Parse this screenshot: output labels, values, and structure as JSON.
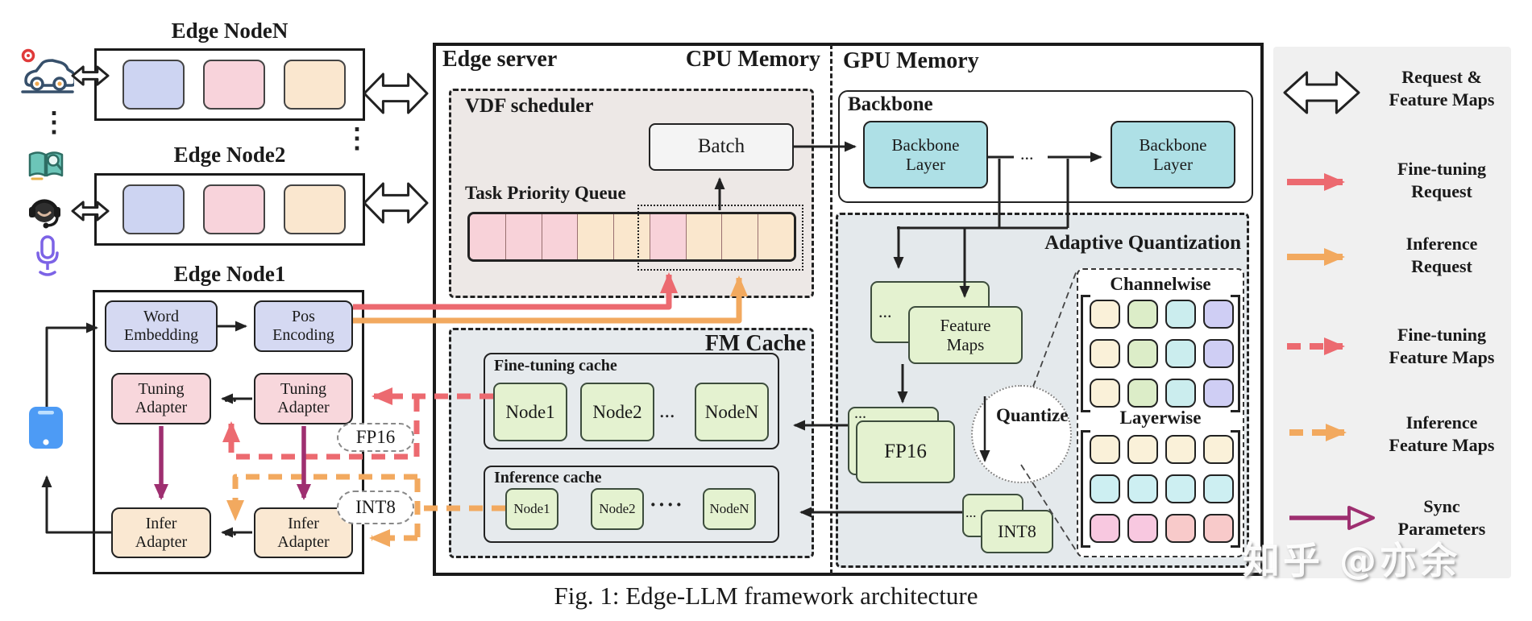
{
  "figure": {
    "caption": "Fig. 1: Edge-LLM framework architecture",
    "watermark": "知乎 @亦余"
  },
  "dots": {
    "v": "⋮",
    "h": "...",
    "h4": "····"
  },
  "edge_nodes": {
    "chip_colors": [
      "#CDD4F2",
      "#F8D3DB",
      "#FAE7CF"
    ],
    "nodeN_title": "Edge NodeN",
    "node2_title": "Edge Node2",
    "node1_title": "Edge Node1"
  },
  "node1": {
    "word_embedding": "Word\nEmbedding",
    "pos_encoding": "Pos\nEncoding",
    "tuning_adapter_1": "Tuning\nAdapter",
    "tuning_adapter_2": "Tuning\nAdapter",
    "infer_adapter_1": "Infer\nAdapter",
    "infer_adapter_2": "Infer\nAdapter",
    "fp16_tag": "FP16",
    "int8_tag": "INT8"
  },
  "server": {
    "title": "Edge server",
    "cpu_memory": "CPU Memory",
    "gpu_memory": "GPU Memory"
  },
  "vdf": {
    "title": "VDF scheduler",
    "batch": "Batch",
    "queue_title": "Task Priority Queue",
    "queue_segments": [
      "#F8D2D9",
      "#F8D2D9",
      "#F8D2D9",
      "#FAE7CD",
      "#FAE7CD",
      "#F8D2D9",
      "#FAE7CD",
      "#FAE7CD",
      "#FAE7CD"
    ]
  },
  "fm_cache": {
    "title": "FM Cache",
    "fine_tuning": {
      "title": "Fine-tuning cache",
      "node1": "Node1",
      "node2": "Node2",
      "nodeN": "NodeN"
    },
    "inference": {
      "title": "Inference cache",
      "node1": "Node1",
      "node2": "Node2",
      "nodeN": "NodeN"
    }
  },
  "backbone": {
    "title": "Backbone",
    "layer1": "Backbone\nLayer",
    "layer2": "Backbone\nLayer"
  },
  "aq": {
    "title": "Adaptive Quantization",
    "feature_maps": "Feature\nMaps",
    "fp16": "FP16",
    "int8": "INT8",
    "quantize": "Quantize",
    "channelwise": {
      "title": "Channelwise",
      "cells": [
        "#FAF1D9",
        "#DCEDC8",
        "#CBEDEE",
        "#CFCEF4",
        "#FAF1D9",
        "#DCEDC8",
        "#CBEDEE",
        "#CFCEF4",
        "#FAF1D9",
        "#DCEDC8",
        "#CBEDEE",
        "#CFCEF4"
      ]
    },
    "layerwise": {
      "title": "Layerwise",
      "cells": [
        "#FAF1D9",
        "#FAF1D9",
        "#FAF1D9",
        "#FAF1D9",
        "#CDEFF2",
        "#CDEFF2",
        "#CDEFF2",
        "#CDEFF2",
        "#F8C8E0",
        "#F8C8E0",
        "#F8CACA",
        "#F8CACA"
      ]
    }
  },
  "legend": {
    "items": [
      {
        "name": "request-feature-maps",
        "label": "Request &\nFeature Maps"
      },
      {
        "name": "fine-tuning-request",
        "label": "Fine-tuning\nRequest"
      },
      {
        "name": "inference-request",
        "label": "Inference\nRequest"
      },
      {
        "name": "fine-tuning-feature-maps",
        "label": "Fine-tuning\nFeature Maps"
      },
      {
        "name": "inference-feature-maps",
        "label": "Inference\nFeature Maps"
      },
      {
        "name": "sync-parameters",
        "label": "Sync\nParameters"
      }
    ]
  }
}
